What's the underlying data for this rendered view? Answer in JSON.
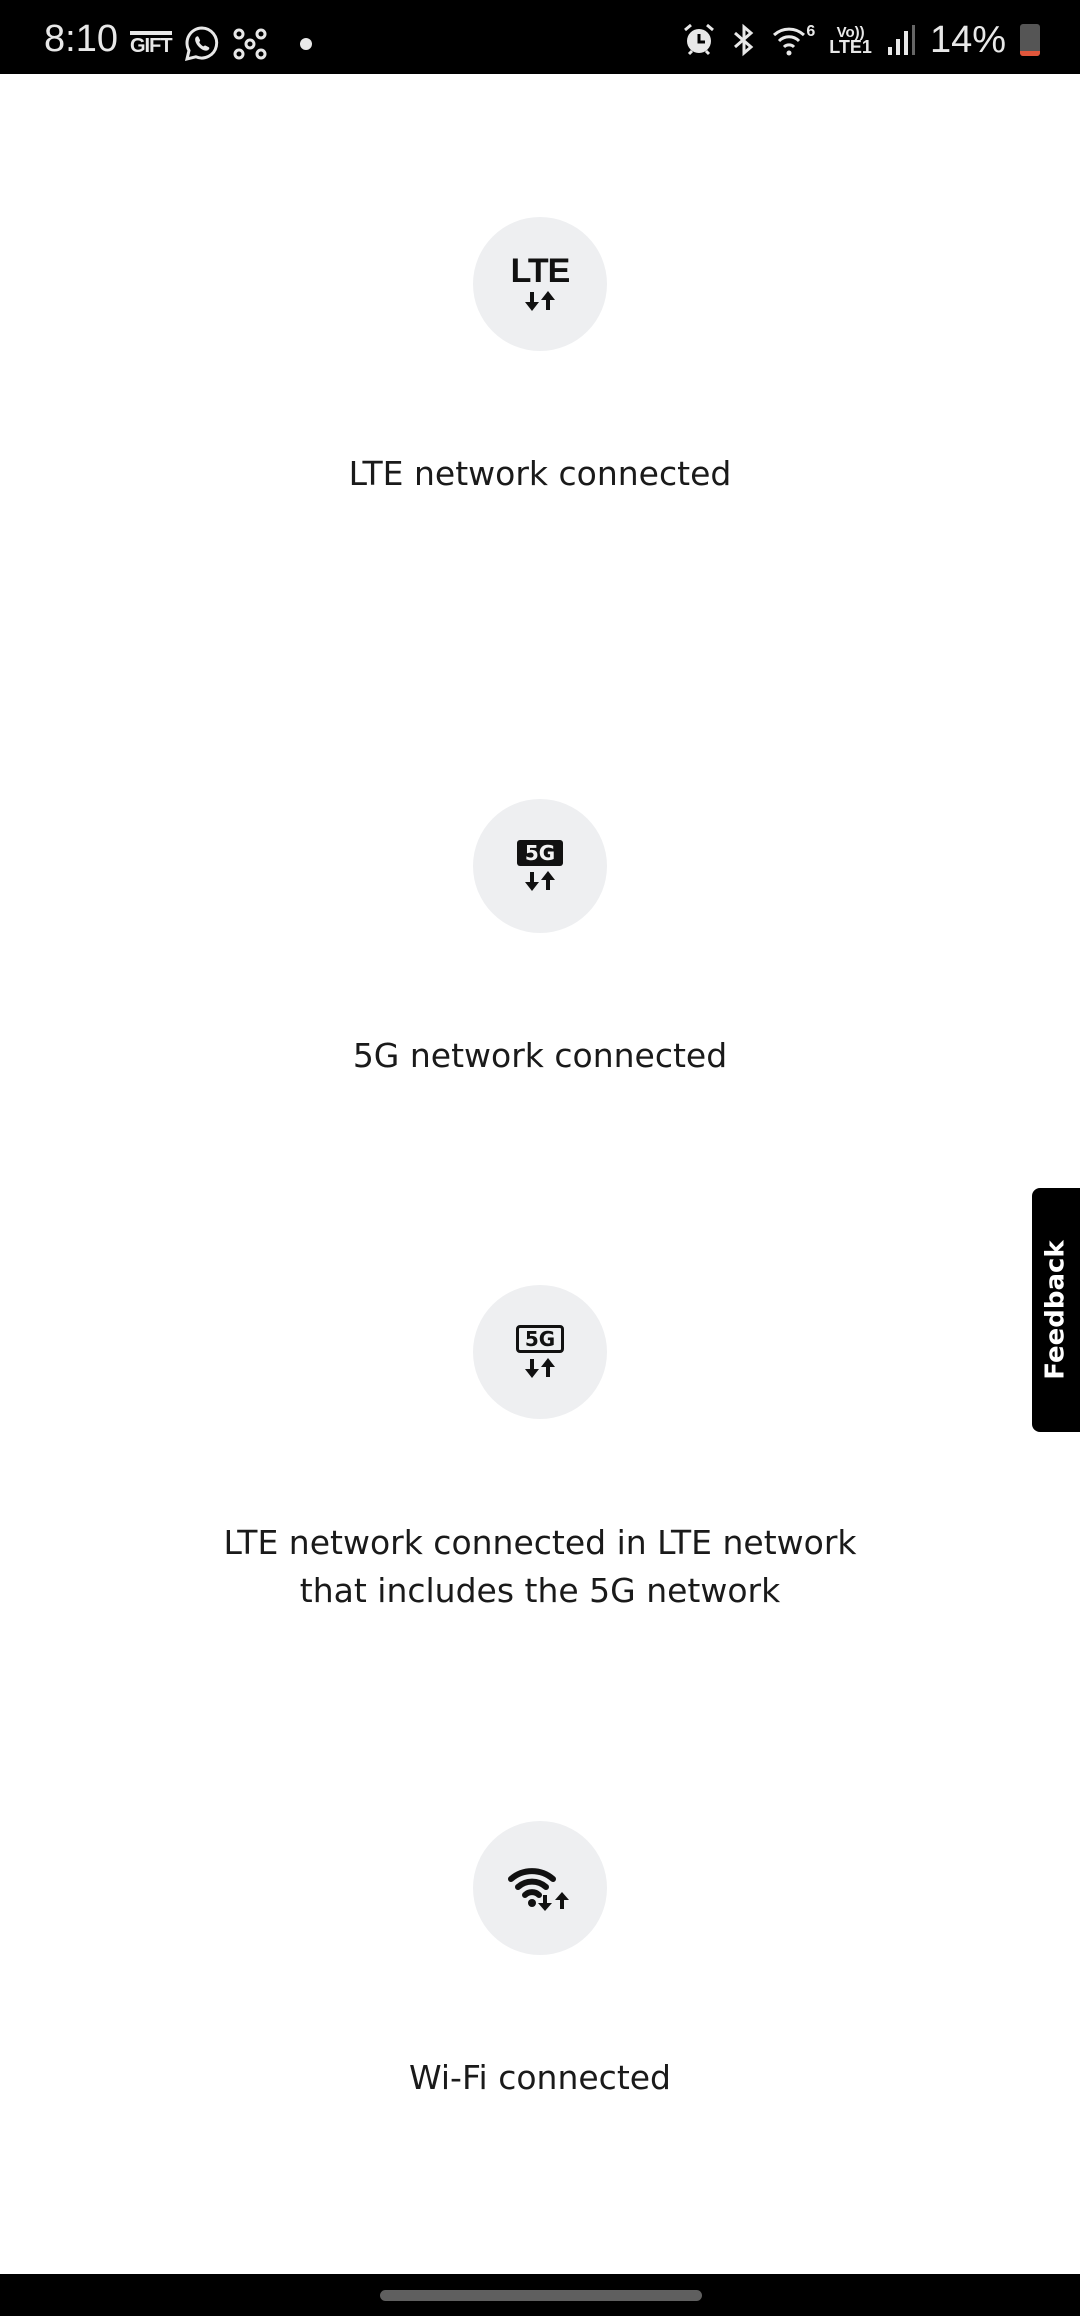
{
  "status_bar": {
    "time": "8:10",
    "left_icons": [
      "gift-icon",
      "whatsapp-icon",
      "network-hub-icon",
      "dot-icon"
    ],
    "gift_label": "GIFT",
    "right_icons": [
      "alarm-icon",
      "bluetooth-icon",
      "wifi-6-icon",
      "volte-lte1-icon",
      "signal-icon"
    ],
    "wifi_badge": "6",
    "volte_top": "Vo))",
    "volte_bottom": "LTE1",
    "battery_percent": "14%",
    "battery_color": "#e0563b"
  },
  "items": [
    {
      "icon": "lte-data-icon",
      "icon_text": "LTE",
      "label": "LTE network connected"
    },
    {
      "icon": "5g-data-icon",
      "icon_text": "5G",
      "label": "5G network connected"
    },
    {
      "icon": "5g-anchor-lte-icon",
      "icon_text": "5G",
      "label": "LTE network connected in LTE network that includes the 5G network"
    },
    {
      "icon": "wifi-data-icon",
      "icon_text": "",
      "label": "Wi-Fi connected"
    }
  ],
  "feedback": {
    "label": "Feedback"
  },
  "colors": {
    "circle_bg": "#eeeff1",
    "text": "#1a1a1a",
    "bar_bg": "#000000"
  }
}
